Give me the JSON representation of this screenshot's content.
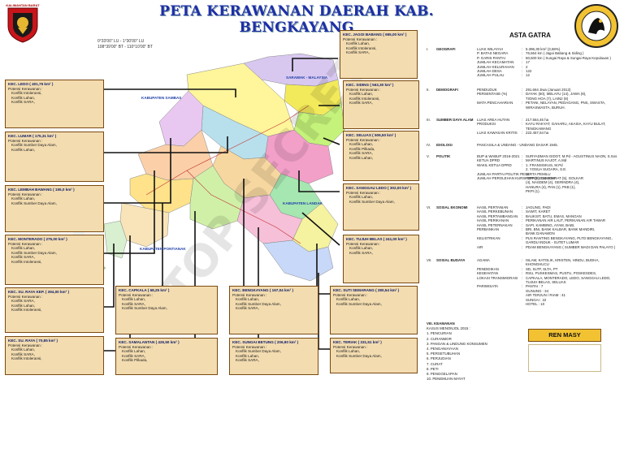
{
  "header": {
    "title": "PETA KERAWANAN DAERAH KAB. BENGKAYANG",
    "logo_left_text": "KALIMANTAN BARAT",
    "coords_line1": "0°33'00\" LU - 1°30'00\" LU",
    "coords_line2": "108°39'00\" BT - 110°10'00\" BT"
  },
  "map": {
    "labels": {
      "sarawak": "SARAWAK - MALAYSIA",
      "sambas": "KABUPATEN SAMBAS",
      "landak": "KABUPATEN LANDAK",
      "pontianak": "KABUPATEN PONTIANAK"
    },
    "watermark": "TOP SECRET",
    "colors": {
      "box_fill": "#f3dcb0",
      "box_border": "#7a4a12",
      "title": "#1f2fa8",
      "ren_masy": "#f2c233"
    }
  },
  "potensi_label": "Potensi Kerawanan :",
  "districts": [
    {
      "id": "jagoi",
      "name": "KEC. JAGOI BABANG ( 655,00 km² )",
      "items": [
        "Konflik Lahan,",
        "Konflik Intoleransi,",
        "Konflik SARA,"
      ]
    },
    {
      "id": "siding",
      "name": "KEC. SIDING ( 563,30 km² )",
      "items": [
        "Konflik Lahan,",
        "Konflik Intoleransi,",
        "Konflik SARA,"
      ]
    },
    {
      "id": "seluas",
      "name": "KEC. SELUAS ( 506,50 km² )",
      "items": [
        "Konflik Lahan,",
        "Konflik Pilkada,",
        "Konflik SARA,",
        "Konflik Lahan,"
      ]
    },
    {
      "id": "sanggau",
      "name": "KEC. SANGGAU LEDO ( 302,00 km² )",
      "items": [
        "Konflik Lahan,",
        "Konflik Sumber Daya Alam,"
      ]
    },
    {
      "id": "teriak_b",
      "name": "KEC. TUJUH BELAS ( 241,00 km² )",
      "items": [
        "Konflik Lahan,",
        "Konflik SARA,"
      ]
    },
    {
      "id": "suti",
      "name": "KEC. SUTI SEMARANG ( 280,54 km² )",
      "items": [
        "Konflik Lahan,",
        "Konflik Sumber Daya Alam,"
      ]
    },
    {
      "id": "teriak",
      "name": "KEC. TERIAK ( 331,51 km² )",
      "items": [
        "Konflik Lahan,",
        "Konflik Sumber Daya Alam,"
      ]
    },
    {
      "id": "ledo",
      "name": "KEC. LEDO ( 401,75 km² )",
      "items": [
        "Konflik Intoleransi,",
        "Konflik Lahan,",
        "Konflik SARA,"
      ]
    },
    {
      "id": "lumar",
      "name": "KEC. LUMAR ( 175,31 km² )",
      "items": [
        "Konflik Sumber Daya Alam,",
        "Konflik Lahan,"
      ]
    },
    {
      "id": "lembah",
      "name": "KEC. LEMBAH BAWANG ( 155,0 km² )",
      "items": [
        "Konflik Lahan,",
        "Konflik Sumber Daya Alam,"
      ]
    },
    {
      "id": "monterado",
      "name": "KEC. MONTERADO ( 275,00 km² )",
      "items": [
        "Konflik Lahan,",
        "Konflik Sumber Daya Alam,",
        "Konflik SARA,",
        "Konflik Intoleransi,"
      ]
    },
    {
      "id": "sungai_raya_kep",
      "name": "KEC. SU. RAYA KEP. ( 394,00 km² )",
      "items": [
        "Konflik SARA,",
        "Konflik Lahan,",
        "Konflik Intoleransi,"
      ]
    },
    {
      "id": "sungai_raya",
      "name": "KEC. SU. RAYA ( 70,85 km² )",
      "items": [
        "Konflik Lahan,",
        "Konflik SARA,",
        "Konflik Intoleransi,"
      ]
    },
    {
      "id": "capkala",
      "name": "KEC. CAPKALA ( 68,25 km² )",
      "items": [
        "Konflik Lahan,",
        "Konflik SARA,",
        "Konflik Sumber Daya Alam,"
      ]
    },
    {
      "id": "samalantan",
      "name": "KEC. SAMALANTAN ( 426,50 km² )",
      "items": [
        "Konflik Lahan,",
        "Konflik SARA,",
        "Konflik Pilkada,"
      ]
    },
    {
      "id": "bengkayang",
      "name": "KEC. BENGKAYANG ( 167,04 km² )",
      "items": [
        "Konflik Lahan,",
        "Konflik Sumber Daya Alam,",
        "Konflik SARA,"
      ]
    },
    {
      "id": "sungai_betung",
      "name": "KEC. SUNGAI BETUNG ( 206,90 km² )",
      "items": [
        "Konflik Sumber Daya Alam,",
        "Konflik Lahan,",
        "Konflik SARA,"
      ]
    }
  ],
  "asta": {
    "title": "ASTA GATRA",
    "s1": {
      "num": "I.",
      "hd": "GEOGRAFI",
      "rows": [
        {
          "k": "LUAS WILAYAH",
          "v": "5.396,30 km² (3,68%)"
        },
        {
          "k": "P. BATAS NEGARA",
          "v": "76,564 km ( Jagoi Babang & Siding )"
        },
        {
          "k": "P. GARIS PANTAI",
          "v": "60,500 km ( Sungai Raya & Sungai Raya Kepulauan )"
        },
        {
          "k": "JUMLAH KECAMATAN",
          "v": "17"
        },
        {
          "k": "JUMLAH KELURAHAN",
          "v": "2"
        },
        {
          "k": "JUMLAH DESA",
          "v": "122"
        },
        {
          "k": "JUMLAH PULAU",
          "v": "12"
        }
      ]
    },
    "s2": {
      "num": "II.",
      "hd": "DEMOGRAFI",
      "rows": [
        {
          "k": "PENDUDUK",
          "v": "291.664 Jiwa (Januari 2013)"
        },
        {
          "k": "PERSENTASE (%)",
          "v": "DAYAK (50), MELAYU (14), JAWA (8),"
        },
        {
          "k": "",
          "v": "TIONG HOA (7), LAIN2 (8)"
        },
        {
          "k": "MATA PENCAHARIAN",
          "v": "PETANI, NELAYAN, PEDAGANG, PNS, SWASTA,"
        },
        {
          "k": "",
          "v": "WIRASWASTA, BURUH."
        }
      ]
    },
    "s3": {
      "num": "III.",
      "hd": "SUMBER DAYA ALAM",
      "rows": [
        {
          "k": "LUAS AREA HUTAN",
          "v": "217.564,45 ha"
        },
        {
          "k": "PRODUKSI",
          "v": "KAYU RAKYAT, GAHARU, AKASIA, KAYU BULAT,"
        },
        {
          "k": "",
          "v": "TENGKAWANG"
        },
        {
          "k": "LUAS KAWASAN KRITIS",
          "v": "222.457,54 ha"
        }
      ]
    },
    "s4": {
      "num": "IV.",
      "hd": "IDIOLOGI",
      "text": "PANCASILA & UNDANG - UNDANG DASAR 1945."
    },
    "s5": {
      "num": "V.",
      "hd": "POLITIK",
      "rows": [
        {
          "k": "BUP & WABUP 2016-2021",
          "v": "SURYADMAN GIDOT, M.Pd - AGUSTINUS NAON, S.Sos"
        },
        {
          "k": "KETUA DPRD",
          "v": "MARTINUS KAJOT, A.Md"
        },
        {
          "k": "WAKIL KETUA DPRD",
          "v": "1. FRANSISKUS, M.Pd"
        },
        {
          "k": "",
          "v": "2. YOSUA SUGARA, S.E."
        },
        {
          "k": "JUMLAH PARTAI POLITIK PESERTA PEMILU",
          "v": "11"
        },
        {
          "k": "JUMLAH PEROLEHAN KURSI DPRD 2014-2019",
          "v": "PDIP (9), DEMOKRAT (5), GOLKAR"
        },
        {
          "k": "",
          "v": "(4), NASDEM (4), GERINDRA (4),"
        },
        {
          "k": "",
          "v": "HANURA (4), PAN (1), PKB (1),"
        },
        {
          "k": "",
          "v": "PKPI (1)."
        }
      ]
    },
    "s6": {
      "num": "VI.",
      "hd": "SOSIAL EKONOMI",
      "rows": [
        {
          "k": "HASIL PERTANIAN",
          "v": "JAGUNG, PADI"
        },
        {
          "k": "HASIL PERKEBUNAN",
          "v": "SAWIT, KARET"
        },
        {
          "k": "HASIL PERTAMBANGAN",
          "v": "BAUKSIT, BATU, EMAS, MANGAN"
        },
        {
          "k": "HASIL PERIKANAN",
          "v": "PERIKANAN AIR LAUT, PERIKANAN AIR TAWAR"
        },
        {
          "k": "HASIL PETERNAKAN",
          "v": "SAPI, KAMBING, AYAM, BABI,"
        },
        {
          "k": "PERBANKAN",
          "v": "BRI, BNI, BANK KALBAR, BANK MANDIRI,"
        },
        {
          "k": "",
          "v": "BANK DANAMON"
        },
        {
          "k": "KELISTRIKAN",
          "v": "PLN RANTING BENGKAYANG, PLTD BENGKAYANG,"
        },
        {
          "k": "",
          "v": "GARDU INDUK - SUTET LUMAR"
        },
        {
          "k": "AIR",
          "v": "PDAM BENGKAYANG ( SUMBER MADI DAN PALAYO )"
        }
      ]
    },
    "s7": {
      "num": "VII.",
      "hd": "SOSIAL BUDAYA",
      "rows": [
        {
          "k": "AGAMA",
          "v": "ISLAM, KATOLIK, KRISTEN, HINDU, BUDHA,"
        },
        {
          "k": "",
          "v": "KHONGHUCU"
        },
        {
          "k": "PENDIDIKAN",
          "v": "SD, SLTP, SLTA, PT"
        },
        {
          "k": "KESEHATAN",
          "v": "RSU, PUSKESMAS, PUSTU, POSKESDES,"
        },
        {
          "k": "LOKASI TRANSMIGRASI",
          "v": "CAPKALA, MONTERADO, LEDO, SANGGAU LEDO,"
        },
        {
          "k": "",
          "v": "TUJUH BELAS, SELUAS"
        },
        {
          "k": "PARIWISATA",
          "v": "PANTAI              :  7"
        },
        {
          "k": "",
          "v": "GUNUNG            :  34"
        },
        {
          "k": "",
          "v": "AIR TERJUN / RIAM  :  41"
        },
        {
          "k": "",
          "v": "SUNGAI             :  22"
        },
        {
          "k": "",
          "v": "HOTEL              :  10"
        }
      ]
    },
    "s8": {
      "num": "VIII.",
      "hd": "KEAMANAN",
      "sub": "KASUS MENONJOL 2015 :",
      "items": [
        "1. PENCURIAN",
        "2. CURANMOR",
        "3. PANGAN & LINDUNG KONSUMEN",
        "4. PENGANIAYAAN",
        "5. PERSETUBUHAN",
        "6. PERJUDIAN",
        "7. CURAT",
        "8. PETI",
        "9. PENGGELAPAN",
        "10. PENEMUAN MAYAT"
      ]
    }
  },
  "ren_masy": "REN MASY"
}
